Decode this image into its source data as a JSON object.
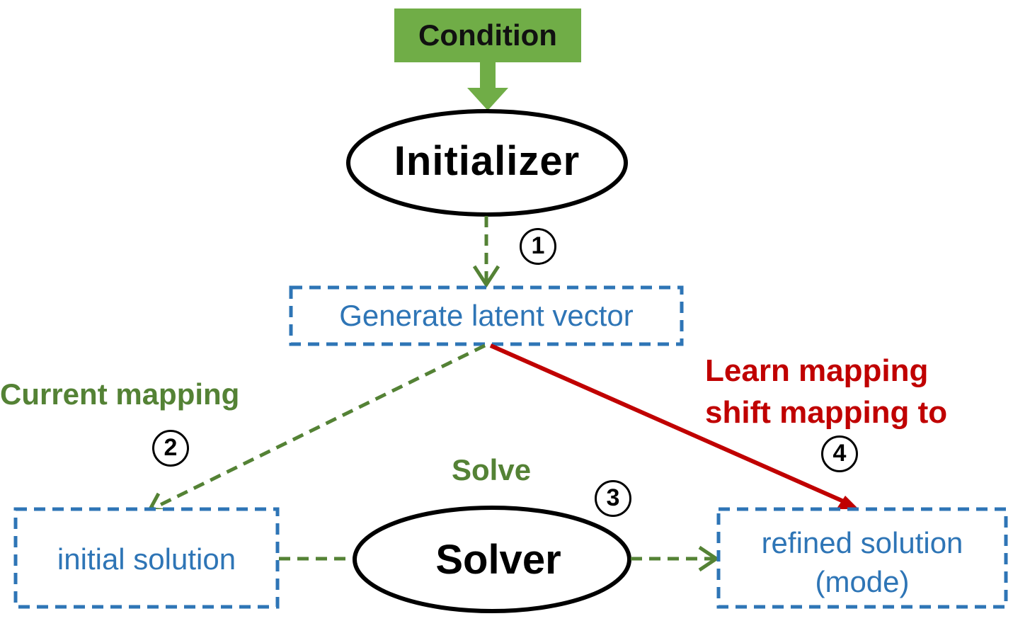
{
  "nodes": {
    "condition": "Condition",
    "initializer": "Initializer",
    "generate": "Generate latent vector",
    "initial_solution": "initial solution",
    "solver": "Solver",
    "refined_line1": "refined solution",
    "refined_line2": "(mode)"
  },
  "edge_labels": {
    "current_mapping": "Current mapping",
    "solve": "Solve",
    "learn_line1": "Learn mapping",
    "learn_line2": "shift mapping to"
  },
  "steps": {
    "s1": "1",
    "s2": "2",
    "s3": "3",
    "s4": "4"
  },
  "colors": {
    "condition_fill": "#70ad47",
    "green_arrow": "#548235",
    "blue_box": "#2e75b6",
    "red_arrow": "#c00000"
  }
}
